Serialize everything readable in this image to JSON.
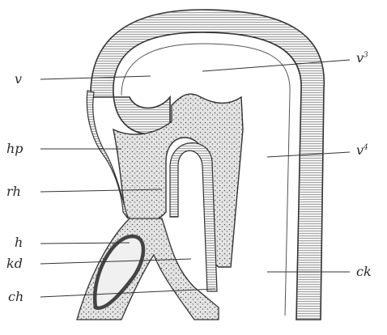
{
  "labels": {
    "v": "v",
    "v3": "v",
    "v3_sup": "3",
    "v4": "v",
    "v4_sup": "4",
    "hp": "hp",
    "rh": "rh",
    "h": "h",
    "kd": "kd",
    "ch_left": "ch",
    "ck_right": "ck"
  },
  "colors": {
    "ink": "#333333",
    "tissue": "#dcdcdc",
    "epithelium": "#efefef",
    "notochord": "#c8c8c8"
  }
}
